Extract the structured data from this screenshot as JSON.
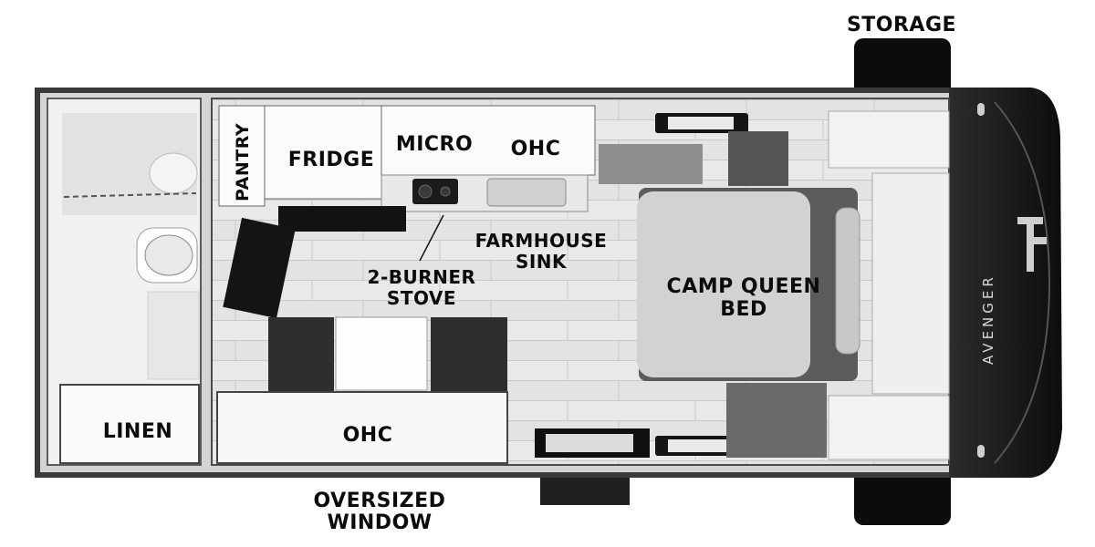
{
  "labels": {
    "storage": "STORAGE",
    "pantry": "PANTRY",
    "fridge": "FRIDGE",
    "micro": "MICRO",
    "ohc_top": "OHC",
    "farmhouse": "FARMHOUSE",
    "sink": "SINK",
    "burner": "2-BURNER",
    "stove": "STOVE",
    "camp_queen": "CAMP QUEEN",
    "bed": "BED",
    "linen": "LINEN",
    "ohc_bottom": "OHC",
    "oversized": "OVERSIZED",
    "window": "WINDOW"
  },
  "brand": {
    "name": "AVENGER"
  }
}
